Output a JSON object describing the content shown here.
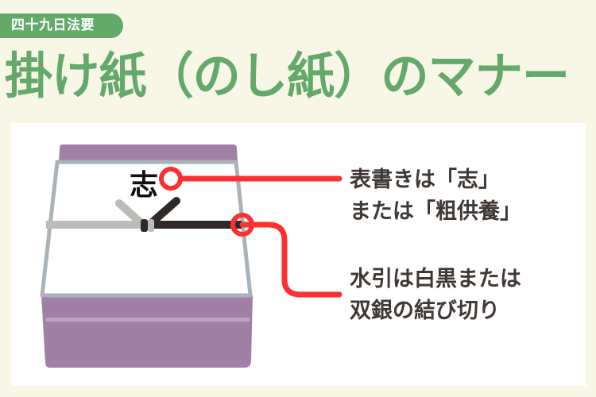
{
  "badge": {
    "label": "四十九日法要"
  },
  "title": {
    "text": "掛け紙（のし紙）のマナー"
  },
  "colors": {
    "background": "#f8f7e6",
    "accent_green": "#62a96a",
    "panel": "#ffffff",
    "box_purple": "#a27fa6",
    "paper_border": "#a9b2b8",
    "callout_red": "#fc3030",
    "text_dark": "#3f3835",
    "mizuhiki_white": "#bdbbb8",
    "mizuhiki_black": "#2f2a28"
  },
  "illustration": {
    "noshi_inscription": "志",
    "icons": [
      "gift-box-icon",
      "mizuhiki-cord-icon"
    ]
  },
  "callouts": [
    {
      "lines": [
        "表書きは「志」",
        "または「粗供養」"
      ]
    },
    {
      "lines": [
        "水引は白黒または",
        "双銀の結び切り"
      ]
    }
  ]
}
